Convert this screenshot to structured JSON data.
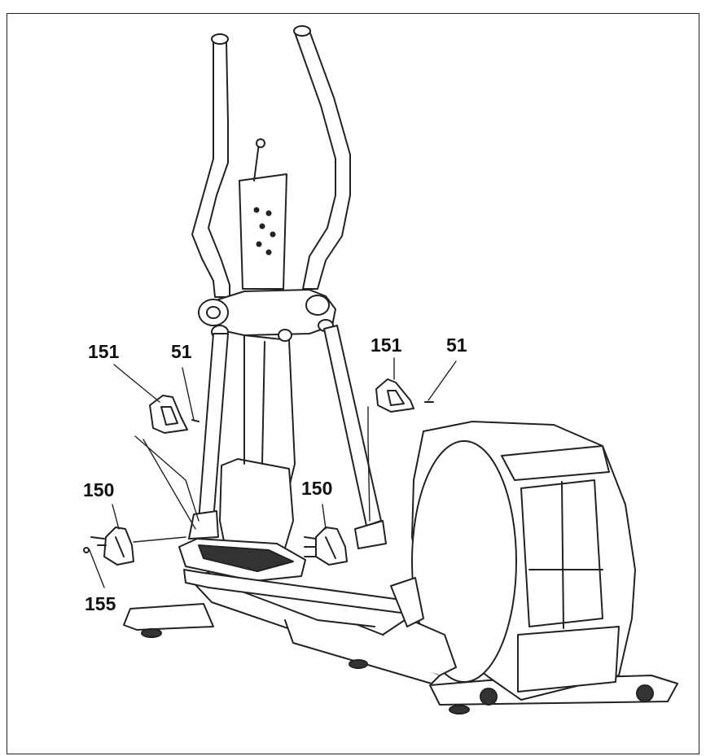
{
  "diagram": {
    "callouts": {
      "left_151": "151",
      "left_51": "51",
      "right_151": "151",
      "right_51": "51",
      "left_150": "150",
      "right_150": "150",
      "left_155": "155"
    }
  },
  "colors": {
    "line": "#222222",
    "fill": "#ffffff",
    "dark_fill": "#333333"
  }
}
